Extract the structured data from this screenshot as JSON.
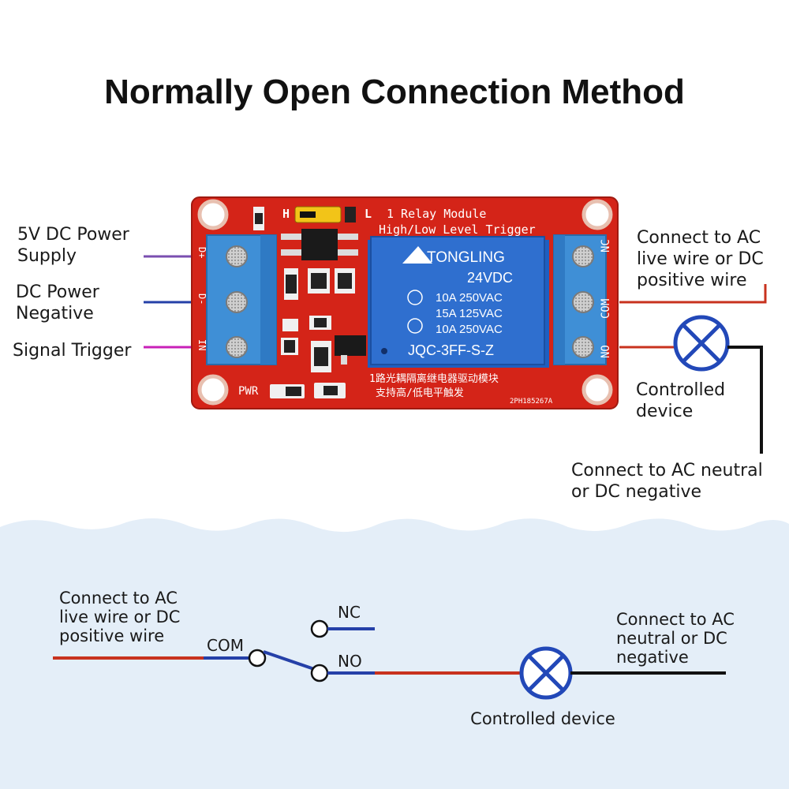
{
  "title": "Normally Open Connection Method",
  "left_labels": {
    "power_supply": [
      "5V DC Power",
      "Supply"
    ],
    "power_negative": [
      "DC Power",
      "Negative"
    ],
    "signal_trigger": "Signal Trigger"
  },
  "right_labels": {
    "ac_live": [
      "Connect to AC",
      "live wire or DC",
      "positive wire"
    ],
    "controlled_device": [
      "Controlled",
      "device"
    ],
    "ac_neutral": [
      "Connect to AC neutral",
      "or DC negative"
    ]
  },
  "board": {
    "title_line1": "1 Relay Module",
    "title_line2": "High/Low Level Trigger",
    "left_pins": [
      "D+",
      "D-",
      "IN"
    ],
    "right_pins": [
      "NC",
      "COM",
      "NO"
    ],
    "jumper_letters": [
      "H",
      "L"
    ],
    "relay_brand": "TONGLING",
    "relay_voltage": "24VDC",
    "relay_ratings": [
      "10A 250VAC",
      "15A 125VAC",
      "10A 250VAC"
    ],
    "relay_model": "JQC-3FF-S-Z",
    "chinese_line1": "1路光耦隔离继电器驱动模块",
    "chinese_line2": "支持高/低电平触发",
    "pwr_label": "PWR",
    "board_code": "2PH185267A"
  },
  "schematic": {
    "left_label": [
      "Connect to AC",
      "live wire or DC",
      "positive wire"
    ],
    "com": "COM",
    "nc": "NC",
    "no": "NO",
    "right_label": [
      "Connect to AC",
      "neutral or DC",
      "negative"
    ],
    "device_label": "Controlled device"
  },
  "colors": {
    "pcb": "#d42418",
    "terminal": "#3f8fd6",
    "relay": "#2f6fcf",
    "wire_red": "#c8321e",
    "wire_blue": "#2540a8",
    "wire_black": "#111111",
    "wire_purple": "#7a4fb0",
    "wire_magenta": "#c820b8",
    "lamp_blue": "#2248b8",
    "water": "#e4eef8"
  }
}
